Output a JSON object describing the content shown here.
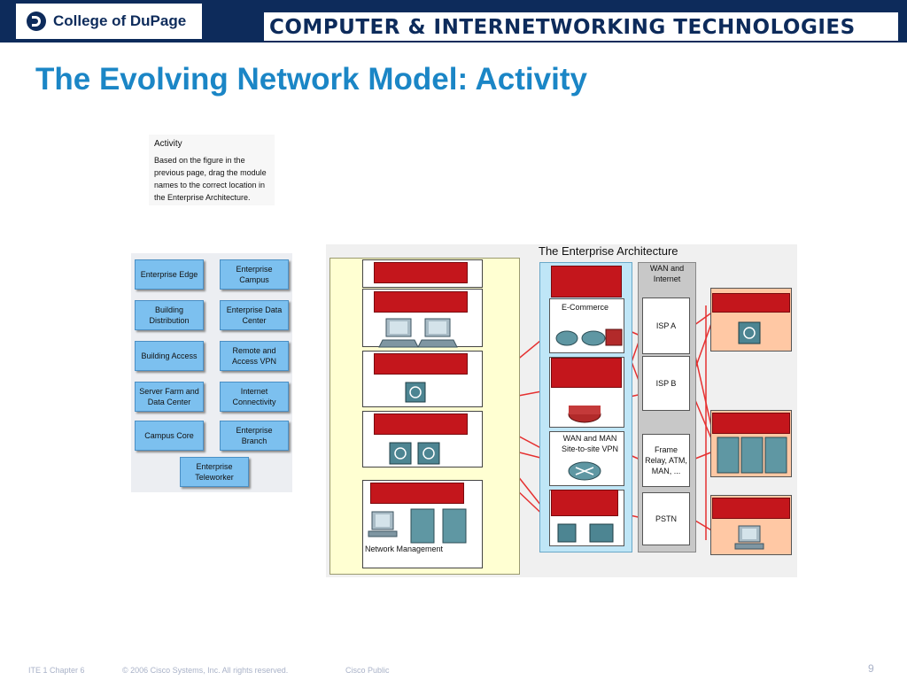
{
  "header": {
    "logo_text": "College of DuPage",
    "banner": "COMPUTER & INTERNETWORKING TECHNOLOGIES"
  },
  "slide": {
    "title": "The Evolving Network Model: Activity"
  },
  "activity": {
    "heading": "Activity",
    "text_lines": [
      "Based on the figure in the",
      "previous page, drag the module",
      "names to the correct location in",
      "the Enterprise Architecture."
    ]
  },
  "modules": [
    "Enterprise Edge",
    "Enterprise Campus",
    "Building Distribution",
    "Enterprise Data Center",
    "Building Access",
    "Remote and Access VPN",
    "Server Farm and Data Center",
    "Internet Connectivity",
    "Campus Core",
    "Enterprise Branch",
    "Enterprise Teleworker"
  ],
  "architecture": {
    "title": "The Enterprise Architecture",
    "network_management": "Network Management",
    "edge_modules": [
      "E-Commerce",
      "WAN and MAN Site-to-site VPN"
    ],
    "wan_title": "WAN and Internet",
    "wan_items": [
      "ISP A",
      "ISP B",
      "Frame Relay, ATM, MAN, ...",
      "PSTN"
    ]
  },
  "footer": {
    "left": "ITE 1 Chapter 6",
    "copyright": "© 2006 Cisco Systems, Inc. All rights reserved.",
    "classification": "Cisco Public",
    "page": "9"
  },
  "colors": {
    "header_bg": "#0d2b5b",
    "title": "#1b86c6",
    "module_fill": "#7cc0ef",
    "drop_target": "#c4161c",
    "campus_bg": "#ffffd2",
    "edge_bg": "#bfe6f7",
    "remote_bg": "#ffc8a4"
  }
}
